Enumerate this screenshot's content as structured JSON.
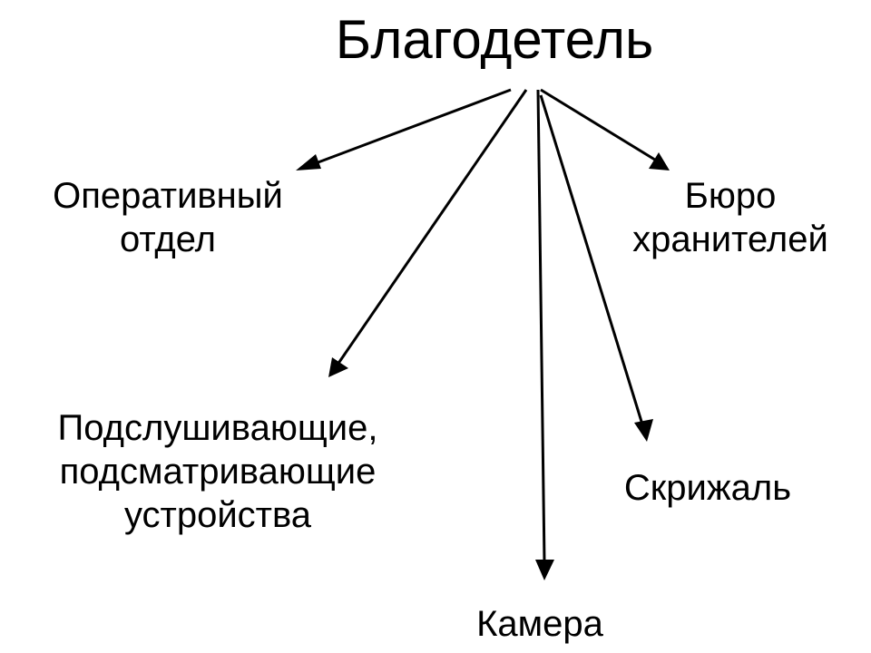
{
  "diagram": {
    "type": "tree",
    "root": {
      "id": "root",
      "label": "Благодетель"
    },
    "nodes": [
      {
        "id": "oper",
        "lines": [
          "Оперативный",
          "отдел"
        ]
      },
      {
        "id": "bureau",
        "lines": [
          "Бюро",
          "хранителей"
        ]
      },
      {
        "id": "devices",
        "lines": [
          "Подслушивающие,",
          "подсматривающие",
          "устройства"
        ]
      },
      {
        "id": "tablet",
        "lines": [
          "Скрижаль"
        ]
      },
      {
        "id": "camera",
        "lines": [
          "Камера"
        ]
      }
    ],
    "edges": [
      {
        "from": "root",
        "to": "oper"
      },
      {
        "from": "root",
        "to": "devices"
      },
      {
        "from": "root",
        "to": "camera"
      },
      {
        "from": "root",
        "to": "tablet"
      },
      {
        "from": "root",
        "to": "bureau"
      }
    ],
    "colors": {
      "line": "#000000",
      "text": "#000000",
      "background": "#ffffff"
    }
  }
}
